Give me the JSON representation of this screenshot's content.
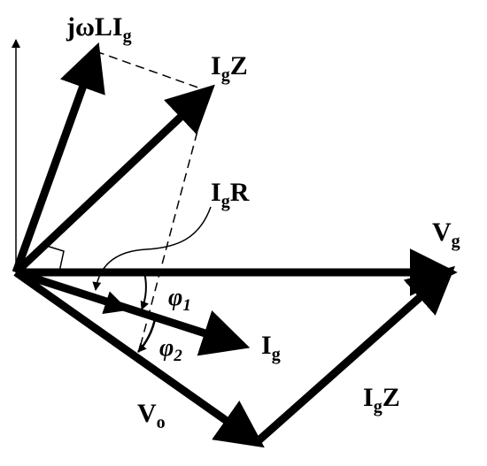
{
  "labels": {
    "jwli_main": "jωLI",
    "jwli_sub": "g",
    "igz_top_main": "I",
    "igz_top_sub": "g",
    "igz_top_tail": "Z",
    "igr_main": "I",
    "igr_sub": "g",
    "igr_tail": "R",
    "vg_main": "V",
    "vg_sub": "g",
    "phi1_main": "φ",
    "phi1_sub": "1",
    "phi2_main": "φ",
    "phi2_sub": "2",
    "ig_main": "I",
    "ig_sub": "g",
    "vo_main": "V",
    "vo_sub": "o",
    "igz_bot_main": "I",
    "igz_bot_sub": "g",
    "igz_bot_tail": "Z"
  },
  "colors": {
    "stroke": "#000000",
    "background": "#ffffff"
  }
}
